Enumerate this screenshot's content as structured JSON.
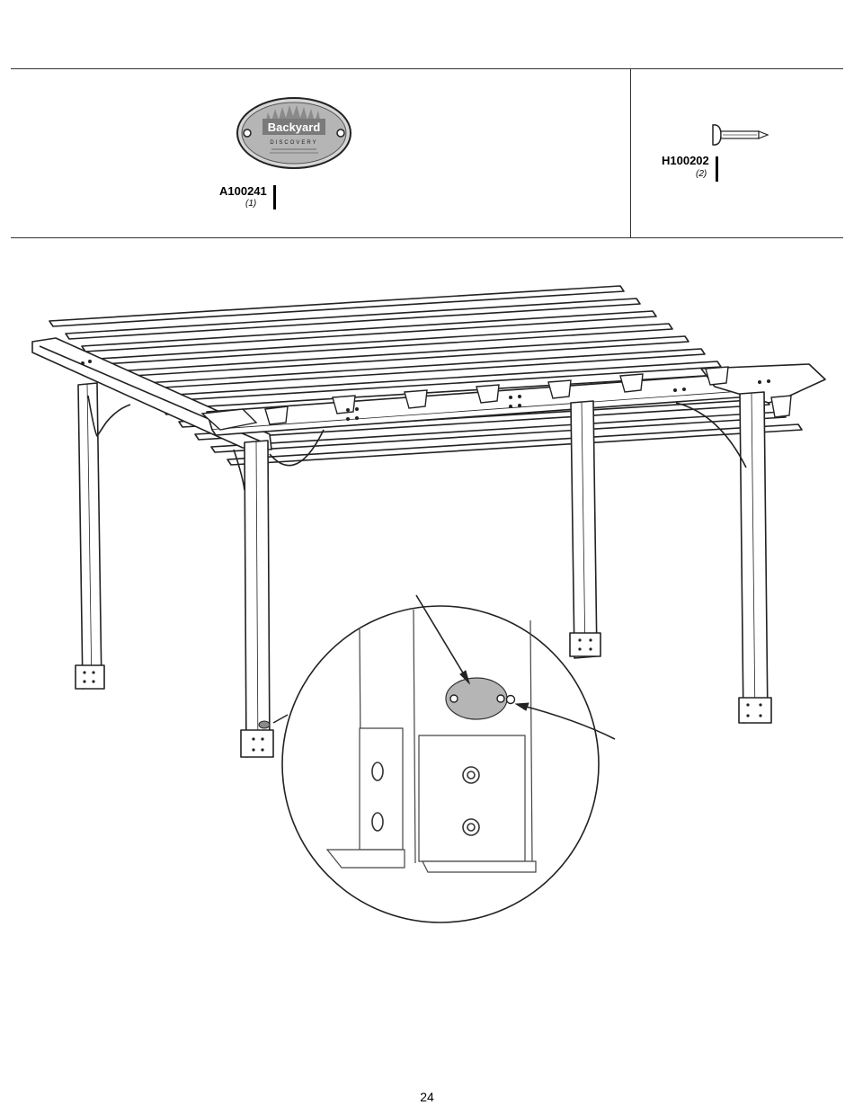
{
  "parts": [
    {
      "code": "A100241",
      "quantity": "(1)",
      "name": "plaque",
      "logo_text": {
        "brand": "Backyard",
        "tagline": "DISCOVERY"
      }
    },
    {
      "code": "H100202",
      "quantity": "(2)",
      "name": "screw"
    }
  ],
  "page": {
    "number": "24"
  },
  "colors": {
    "line": "#222222",
    "plaque_fill": "#b5b5b5",
    "plaque_badge": "#8a8a8a"
  }
}
